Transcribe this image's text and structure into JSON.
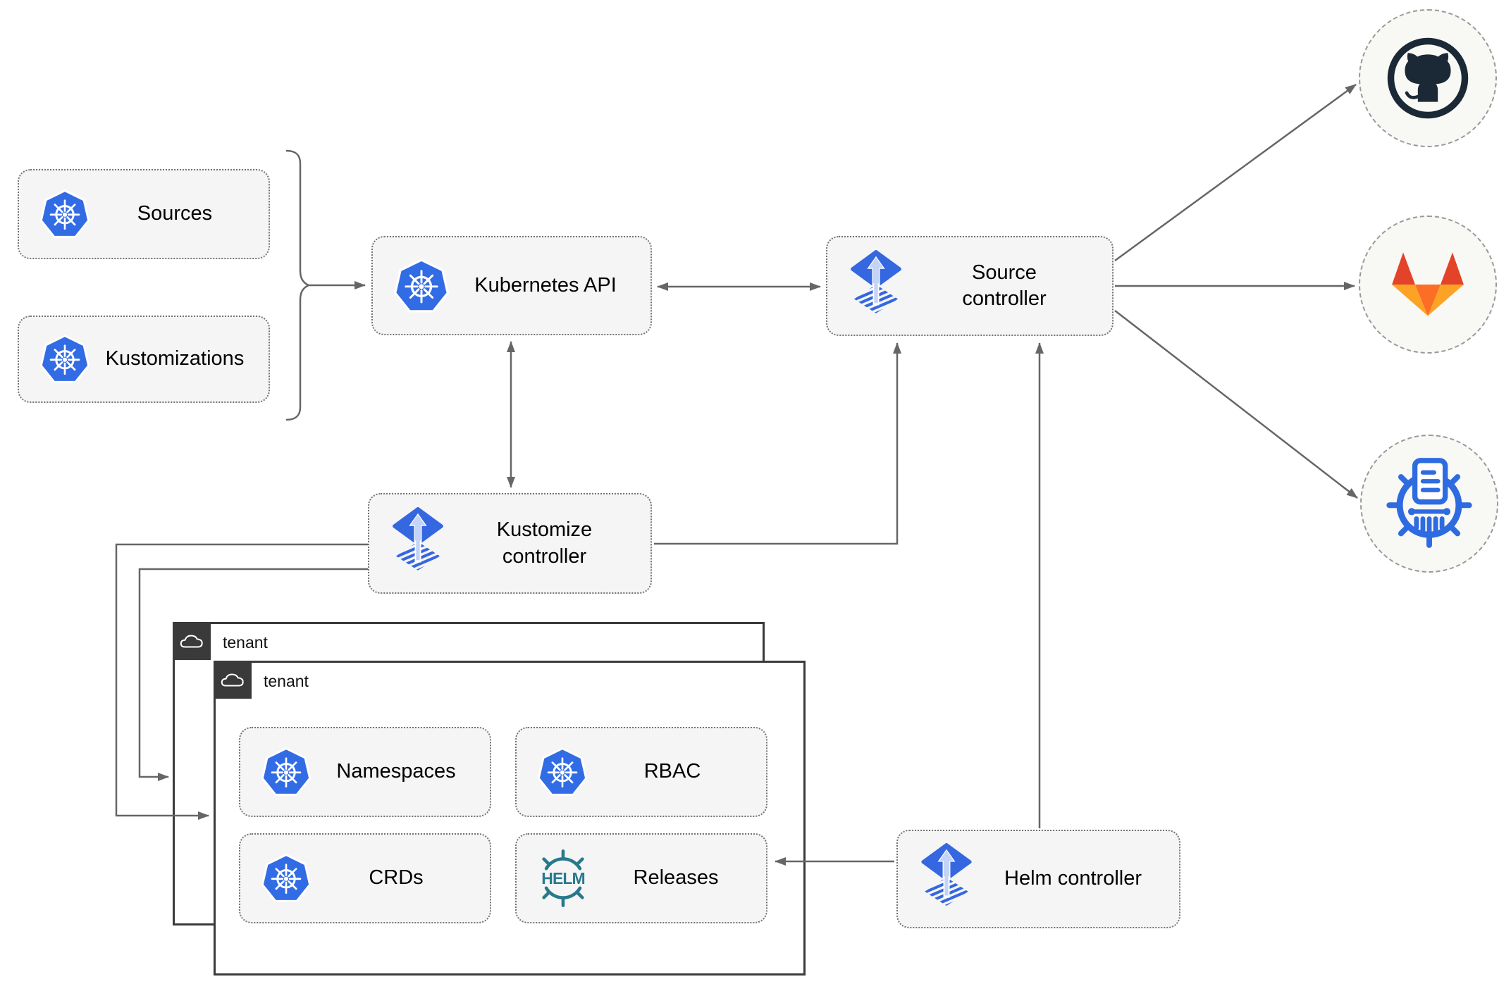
{
  "nodes": {
    "sources": {
      "label": "Sources"
    },
    "kustomizations": {
      "label": "Kustomizations"
    },
    "kubernetes_api": {
      "label": "Kubernetes API"
    },
    "source_controller": {
      "label": "Source controller"
    },
    "kustomize_controller": {
      "label": "Kustomize controller"
    },
    "helm_controller": {
      "label": "Helm controller"
    },
    "tenant_back": {
      "label": "tenant"
    },
    "tenant_front": {
      "label": "tenant"
    },
    "namespaces": {
      "label": "Namespaces"
    },
    "rbac": {
      "label": "RBAC"
    },
    "crds": {
      "label": "CRDs"
    },
    "releases": {
      "label": "Releases"
    }
  },
  "logos": {
    "helm_wordmark": "HELM"
  },
  "colors": {
    "kubernetes-blue": "#326ce5",
    "flux-blue": "#3467e0",
    "flux-arrow-light": "#c3d4f6",
    "helm-teal": "#28798c",
    "github-dark": "#1b2836",
    "gitlab-red": "#e24329",
    "gitlab-orange": "#fc6d26",
    "gitlab-yellow": "#fca326",
    "chartmuseum-blue": "#2f6be0",
    "connector-gray": "#666666",
    "node-fill": "#f5f5f5",
    "node-border": "#737373",
    "tenant-border": "#3a3a3a",
    "circle-fill": "#f8f8f5",
    "circle-border": "#999999"
  }
}
